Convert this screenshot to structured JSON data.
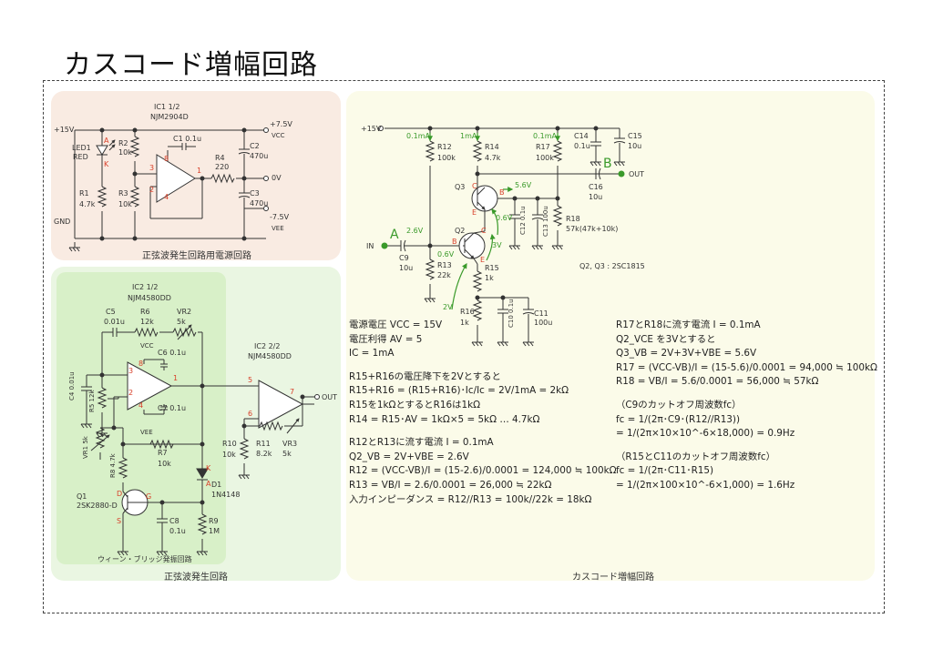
{
  "title": "カスコード増幅回路",
  "captions": {
    "power": "正弦波発生回路用電源回路",
    "oscillator": "正弦波発生回路",
    "wien": "ウィーン・ブリッジ発振回路",
    "cascode": "カスコード増幅回路"
  },
  "power_labels": {
    "ic_name": "IC1 1/2",
    "ic_part": "NJM2904D",
    "v15": "+15V",
    "vp": "+7.5V",
    "vcc": "VCC",
    "v0": "0V",
    "vm": "-7.5V",
    "vee": "VEE",
    "gnd": "GND",
    "led1": "LED1",
    "red": "RED",
    "a": "A",
    "k": "K",
    "r1": "R1",
    "r1v": "4.7k",
    "r2": "R2",
    "r2v": "10k",
    "r3": "R3",
    "r3v": "10k",
    "c1": "C1 0.1u",
    "r4": "R4",
    "r4v": "220",
    "c2": "C2",
    "c2v": "470u",
    "c3": "C3",
    "c3v": "470u",
    "pin1": "1",
    "pin2": "2",
    "pin3": "3",
    "pin4": "4",
    "pin8": "8"
  },
  "osc_labels": {
    "ic2a": "IC2 1/2",
    "ic2a_part": "NJM4580DD",
    "ic2b": "IC2 2/2",
    "ic2b_part": "NJM4580DD",
    "c5": "C5",
    "c5v": "0.01u",
    "r6": "R6",
    "r6v": "12k",
    "vr2": "VR2",
    "vr2v": "5k",
    "vcc": "VCC",
    "c6": "C6 0.1u",
    "c7": "C7 0.1u",
    "vee": "VEE",
    "c4": "C4 0.01u",
    "r5": "R5 12k",
    "vr1": "VR1 5k",
    "r7": "R7",
    "r7v": "10k",
    "r8": "R8 4.7k",
    "q1": "Q1",
    "q1p": "2SK2880-D",
    "c8": "C8",
    "c8v": "0.1u",
    "r9": "R9",
    "r9v": "1M",
    "d1": "D1",
    "d1p": "1N4148",
    "r10": "R10",
    "r10v": "10k",
    "r11": "R11",
    "r11v": "8.2k",
    "vr3": "VR3",
    "vr3v": "5k",
    "out": "OUT",
    "k": "K",
    "a": "A",
    "d": "D",
    "g": "G",
    "s": "S",
    "p1": "1",
    "p2": "2",
    "p3": "3",
    "p4": "4",
    "p5": "5",
    "p6": "6",
    "p7": "7",
    "p8": "8"
  },
  "cascode_labels": {
    "v15": "+15V",
    "i1": "0.1mA",
    "i2": "1mA",
    "i3": "0.1mA",
    "r12": "R12",
    "r12v": "100k",
    "r14": "R14",
    "r14v": "4.7k",
    "r17": "R17",
    "r17v": "100k",
    "c14": "C14",
    "c14v": "0.1u",
    "c15": "C15",
    "c15v": "10u",
    "q3": "Q3",
    "q2": "Q2",
    "v56": "5.6V",
    "v06a": "0.6V",
    "v26": "2.6V",
    "v06b": "0.6V",
    "v3": "3V",
    "v2": "2V",
    "c16": "C16",
    "c16v": "10u",
    "out": "OUT",
    "b": "B",
    "a": "A",
    "in": "IN",
    "c9": "C9",
    "c9v": "10u",
    "c12": "C12 0.1u",
    "c13": "C13 100u",
    "r18": "R18",
    "r18v": "57k(47k+10k)",
    "r13": "R13",
    "r13v": "22k",
    "r15": "R15",
    "r15v": "1k",
    "r16": "R16",
    "r16v": "1k",
    "c10": "C10 0.1u",
    "c11": "C11",
    "c11v": "100u",
    "q23": "Q2, Q3 : 2SC1815",
    "pin_c": "C",
    "pin_b": "B",
    "pin_e": "E"
  },
  "calc_left": [
    "電源電圧 VCC = 15V",
    "電圧利得 AV = 5",
    "IC = 1mA",
    "",
    "R15+R16の電圧降下を2Vとすると",
    "R15+R16 = (R15+R16)･Ic/Ic = 2V/1mA = 2kΩ",
    "R15を1kΩとするとR16は1kΩ",
    "R14 = R15･AV = 1kΩ×5 = 5kΩ … 4.7kΩ",
    "",
    "R12とR13に流す電流 I = 0.1mA",
    "Q2_VB = 2V+VBE = 2.6V",
    "R12 = (VCC-VB)/I = (15-2.6)/0.0001 = 124,000 ≒ 100kΩ",
    "R13 = VB/I = 2.6/0.0001 = 26,000 ≒ 22kΩ",
    "入力インピーダンス = R12//R13 = 100k//22k = 18kΩ"
  ],
  "calc_right": [
    "R17とR18に流す電流 I = 0.1mA",
    "Q2_VCE を3Vとすると",
    "Q3_VB = 2V+3V+VBE = 5.6V",
    "R17 = (VCC-VB)/I = (15-5.6)/0.0001 = 94,000 ≒ 100kΩ",
    "R18 = VB/I = 5.6/0.0001 = 56,000 ≒ 57kΩ",
    "",
    "（C9のカットオフ周波数fc）",
    "fc = 1/(2π･C9･(R12//R13))",
    "  = 1/(2π×10×10^-6×18,000) = 0.9Hz",
    "",
    "（R15とC11のカットオフ周波数fc）",
    "fc = 1/(2π･C11･R15)",
    "  = 1/(2π×100×10^-6×1,000) = 1.6Hz"
  ],
  "colors": {
    "power_bg": "#f9ebe2",
    "osc_bg": "#eaf6e2",
    "osc_inner_bg": "#d8f0c8",
    "cascode_bg": "#fbfbe9",
    "wire": "#333333",
    "pin": "#d8402a",
    "note": "#3a9a2a"
  }
}
